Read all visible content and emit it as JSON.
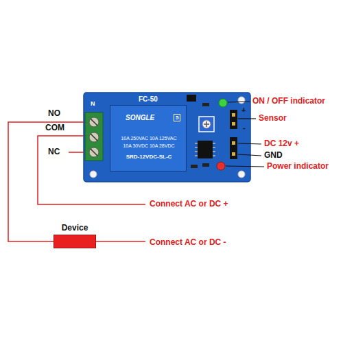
{
  "diagram": {
    "nodes": [
      {
        "text": [
          "FC-50"
        ]
      },
      {
        "text": [
          "SONGLE",
          "5",
          "10A 250VAC 10A 125VAC",
          "10A 30VDC 10A 28VDC",
          "SRD-12VDC-SL-C"
        ],
        "in": 0
      },
      {
        "text": [
          "Device"
        ]
      }
    ],
    "edges": [
      {
        "from": 0,
        "to": 2,
        "arrow": "none"
      }
    ],
    "labels": [
      "N",
      "NO",
      "COM",
      "NC",
      "Connect AC or DC +",
      "Connect AC or DC -",
      "ON / OFF indicator",
      "+",
      "Sensor",
      "-",
      "DC 12v +",
      "GND",
      "Power indicator"
    ]
  }
}
